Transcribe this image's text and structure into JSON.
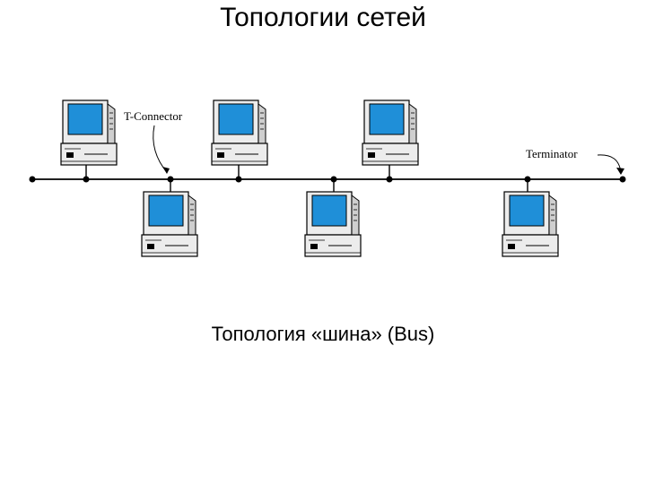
{
  "slide": {
    "title": "Топологии сетей",
    "caption": "Топология «шина» (Bus)"
  },
  "diagram": {
    "labels": {
      "t_connector": "T-Connector",
      "terminator": "Terminator"
    },
    "colors": {
      "screen": "#1f8fd8",
      "line": "#000000",
      "case": "#ececec"
    },
    "computers": [
      {
        "id": "pc-top-1",
        "side": "above"
      },
      {
        "id": "pc-top-2",
        "side": "above"
      },
      {
        "id": "pc-top-3",
        "side": "above"
      },
      {
        "id": "pc-bottom-1",
        "side": "below"
      },
      {
        "id": "pc-bottom-2",
        "side": "below"
      },
      {
        "id": "pc-bottom-3",
        "side": "below"
      }
    ]
  }
}
